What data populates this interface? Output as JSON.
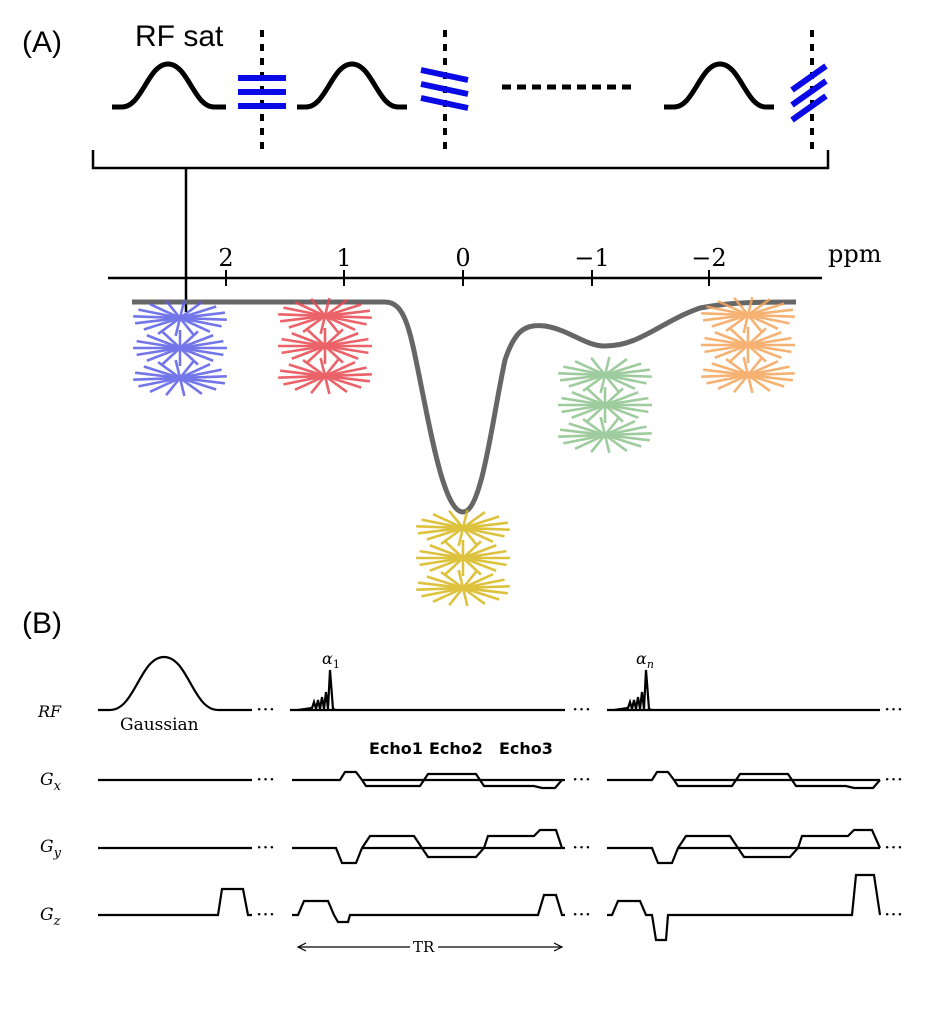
{
  "panel_a": {
    "label": "(A)",
    "rf_sat_label": "RF sat",
    "spectrum": {
      "axis_unit": "ppm",
      "ticks": [
        "2",
        "1",
        "0",
        "−1",
        "−2"
      ],
      "sampling_colors": [
        "#5b5fe6",
        "#e8474f",
        "#d8b91c",
        "#8fc48f",
        "#f5a55a"
      ]
    },
    "spoiler_color": "#0a0ae6"
  },
  "panel_b": {
    "label": "(B)",
    "rows": [
      "RF",
      "G_x",
      "G_y",
      "G_z"
    ],
    "row_labels": {
      "rf": {
        "base": "RF",
        "sub": ""
      },
      "gx": {
        "base": "G",
        "sub": "x"
      },
      "gy": {
        "base": "G",
        "sub": "y"
      },
      "gz": {
        "base": "G",
        "sub": "z"
      }
    },
    "gaussian_label": "Gaussian",
    "alpha_first": {
      "base": "α",
      "sub": "1"
    },
    "alpha_last": {
      "base": "α",
      "sub": "n"
    },
    "echo_labels": [
      "Echo1",
      "Echo2",
      "Echo3"
    ],
    "tr_label": "TR",
    "ellipsis": "···"
  }
}
